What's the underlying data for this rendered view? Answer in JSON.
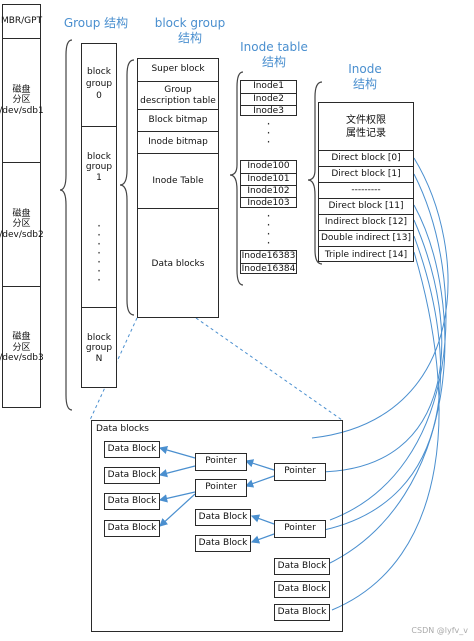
{
  "disk": {
    "mbr": "MBR/GPT",
    "partitions": [
      {
        "name": "磁盘",
        "sub": "分区",
        "dev": "/dev/sdb1"
      },
      {
        "name": "磁盘",
        "sub": "分区",
        "dev": "/dev/sdb2"
      },
      {
        "name": "磁盘",
        "sub": "分区",
        "dev": "/dev/sdb3"
      }
    ]
  },
  "group_header": "Group 结构",
  "groups": [
    {
      "line1": "block",
      "line2": "group",
      "line3": "0"
    },
    {
      "line1": "block",
      "line2": "group",
      "line3": "1"
    },
    {
      "line1": "block",
      "line2": "group",
      "line3": "N"
    }
  ],
  "block_group_header": {
    "line1": "block group",
    "line2": "结构"
  },
  "block_group_items": [
    "Super block",
    "Group description table",
    "Block bitmap",
    "Inode bitmap",
    "Inode Table",
    "Data blocks"
  ],
  "inode_table_header": {
    "line1": "Inode table",
    "line2": "结构"
  },
  "inode_table_top": [
    "Inode1",
    "Inode2",
    "Inode3"
  ],
  "inode_table_mid": [
    "Inode100",
    "Inode101",
    "Inode102",
    "Inode103"
  ],
  "inode_table_bottom": [
    "Inode16383",
    "Inode16384"
  ],
  "inode_header": {
    "line1": "Inode",
    "line2": "结构"
  },
  "inode": {
    "attr_line1": "文件权限",
    "attr_line2": "属性记录",
    "rows": [
      "Direct block [0]",
      "Direct block [1]",
      "---------",
      "Direct block [11]",
      "Indirect block [12]",
      "Double indirect [13]",
      "Triple indirect [14]"
    ]
  },
  "data_blocks": {
    "title": "Data blocks",
    "block_label": "Data Block",
    "pointer_label": "Pointer"
  },
  "watermark": "CSDN @lyfv_v",
  "colors": {
    "arrow": "#4a8fcf",
    "border": "#2a2a2a",
    "header": "#4a8fcf"
  }
}
